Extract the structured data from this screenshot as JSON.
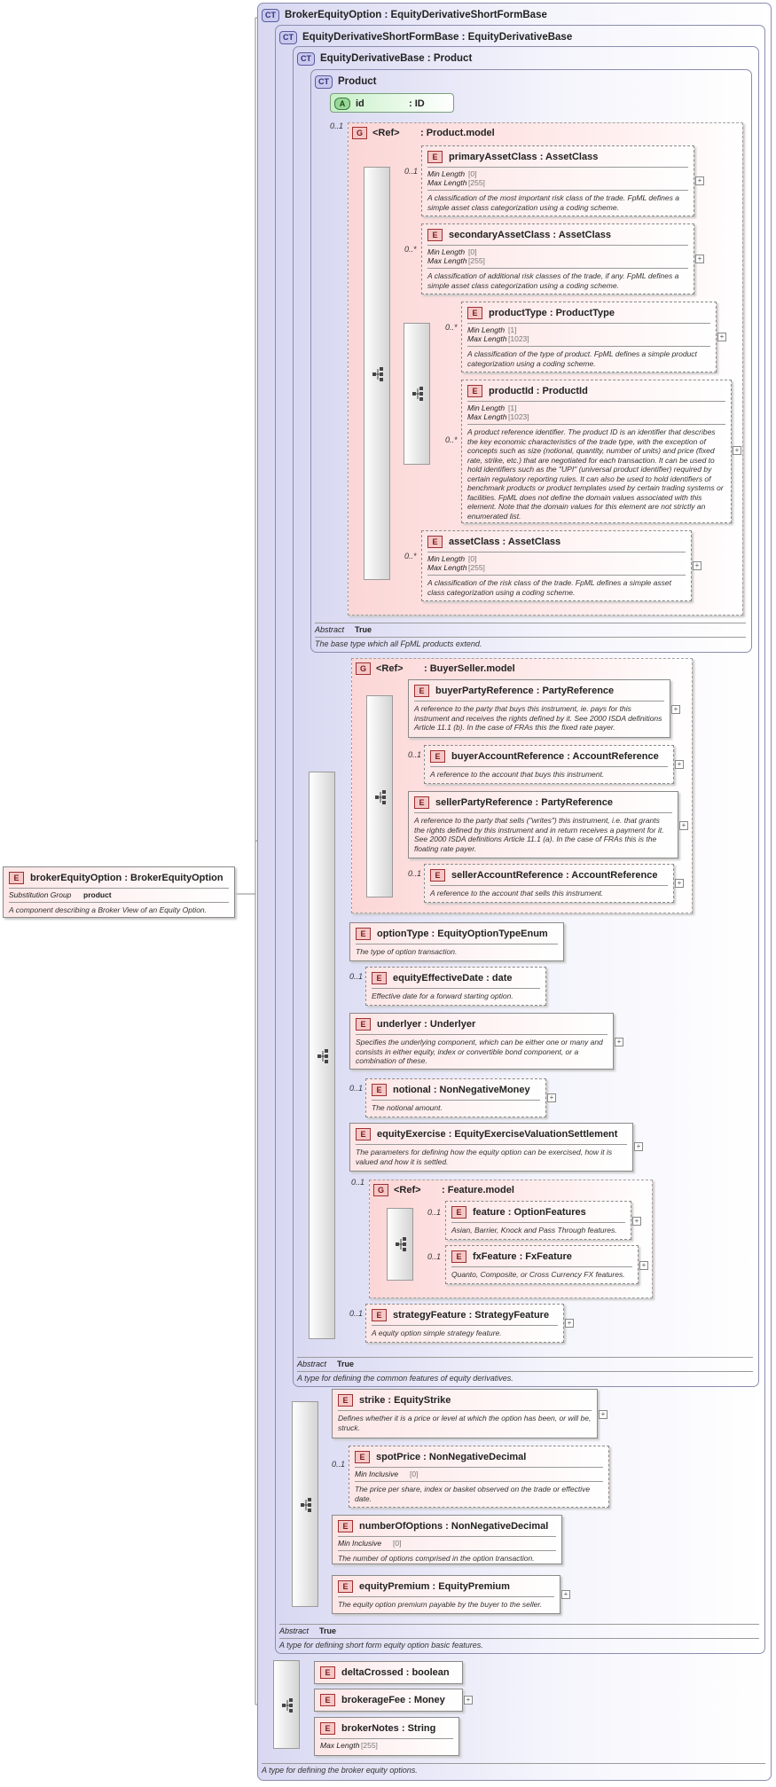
{
  "root": {
    "badge": "E",
    "name": "brokerEquityOption : BrokerEquityOption",
    "subst_label": "Substitution Group",
    "subst_value": "product",
    "desc": "A component describing a Broker View of an Equity Option."
  },
  "ct1": {
    "badge": "CT",
    "title": "BrokerEquityOption : EquityDerivativeShortFormBase",
    "desc": "A type for defining the broker equity options."
  },
  "ct2": {
    "badge": "CT",
    "title": "EquityDerivativeShortFormBase : EquityDerivativeBase",
    "abstract_label": "Abstract",
    "abstract_value": "True",
    "desc": "A type for defining short form equity option basic features."
  },
  "ct3": {
    "badge": "CT",
    "title": "EquityDerivativeBase : Product",
    "abstract_label": "Abstract",
    "abstract_value": "True",
    "desc": "A type for defining the common features of equity derivatives."
  },
  "ct4": {
    "badge": "CT",
    "title": "Product",
    "abstract_label": "Abstract",
    "abstract_value": "True",
    "desc": "The base type which all FpML products extend."
  },
  "attr_id": {
    "badge": "A",
    "name": "id",
    "type": ": ID"
  },
  "g_product": {
    "badge": "G",
    "ref": "<Ref>",
    "name": ": Product.model",
    "card": "0..1"
  },
  "g_buyer": {
    "badge": "G",
    "ref": "<Ref>",
    "name": ": BuyerSeller.model"
  },
  "g_feature": {
    "badge": "G",
    "ref": "<Ref>",
    "name": ": Feature.model",
    "card": "0..1"
  },
  "e_primaryAssetClass": {
    "name": "primaryAssetClass : AssetClass",
    "card": "0..1",
    "f1l": "Min Length",
    "f1v": "[0]",
    "f2l": "Max Length",
    "f2v": "[255]",
    "desc": "A classification of the most important risk class of the trade. FpML defines a simple asset class categorization using a coding scheme."
  },
  "e_secondaryAssetClass": {
    "name": "secondaryAssetClass : AssetClass",
    "card": "0..*",
    "f1l": "Min Length",
    "f1v": "[0]",
    "f2l": "Max Length",
    "f2v": "[255]",
    "desc": "A classification of additional risk classes of the trade, if any. FpML defines a simple asset class categorization using a coding scheme."
  },
  "e_productType": {
    "name": "productType : ProductType",
    "card": "0..*",
    "f1l": "Min Length",
    "f1v": "[1]",
    "f2l": "Max Length",
    "f2v": "[1023]",
    "desc": "A classification of the type of product. FpML defines a simple product categorization using a coding scheme."
  },
  "e_productId": {
    "name": "productId : ProductId",
    "card": "0..*",
    "f1l": "Min Length",
    "f1v": "[1]",
    "f2l": "Max Length",
    "f2v": "[1023]",
    "desc": "A product reference identifier. The product ID is an identifier that describes the key economic characteristics of the trade type, with the exception of concepts such as size (notional, quantity, number of units) and price (fixed rate, strike, etc.) that are negotiated for each transaction. It can be used to hold identifiers such as the \"UPI\" (universal product identifier) required by certain regulatory reporting rules. It can also be used to hold identifiers of benchmark products or product templates used by certain trading systems or facilities. FpML does not define the domain values associated with this element. Note that the domain values for this element are not strictly an enumerated list."
  },
  "e_assetClass": {
    "name": "assetClass : AssetClass",
    "card": "0..*",
    "f1l": "Min Length",
    "f1v": "[0]",
    "f2l": "Max Length",
    "f2v": "[255]",
    "desc": "A classification of the risk class of the trade. FpML defines a simple asset class categorization using a coding scheme."
  },
  "e_buyerPartyReference": {
    "name": "buyerPartyReference : PartyReference",
    "desc": "A reference to the party that buys this instrument, ie. pays for this instrument and receives the rights defined by it. See 2000 ISDA definitions Article 11.1 (b). In the case of FRAs this the fixed rate payer."
  },
  "e_buyerAccountReference": {
    "name": "buyerAccountReference : AccountReference",
    "card": "0..1",
    "desc": "A reference to the account that buys this instrument."
  },
  "e_sellerPartyReference": {
    "name": "sellerPartyReference : PartyReference",
    "desc": "A reference to the party that sells (\"writes\") this instrument, i.e. that grants the rights defined by this instrument and in return receives a payment for it. See 2000 ISDA definitions Article 11.1 (a). In the case of FRAs this is the floating rate payer."
  },
  "e_sellerAccountReference": {
    "name": "sellerAccountReference : AccountReference",
    "card": "0..1",
    "desc": "A reference to the account that sells this instrument."
  },
  "e_optionType": {
    "name": "optionType : EquityOptionTypeEnum",
    "desc": "The type of option transaction."
  },
  "e_equityEffectiveDate": {
    "name": "equityEffectiveDate : date",
    "card": "0..1",
    "desc": "Effective date for a forward starting option."
  },
  "e_underlyer": {
    "name": "underlyer : Underlyer",
    "desc": "Specifies the underlying component, which can be either one or many and consists in either equity, index or convertible bond component, or a combination of these."
  },
  "e_notional": {
    "name": "notional   : NonNegativeMoney",
    "card": "0..1",
    "desc": "The notional amount."
  },
  "e_equityExercise": {
    "name": "equityExercise : EquityExerciseValuationSettlement",
    "desc": "The parameters for defining how the equity option can be exercised, how it is valued and how it is settled."
  },
  "e_feature": {
    "name": "feature    : OptionFeatures",
    "card": "0..1",
    "desc": "Asian, Barrier, Knock and Pass Through features."
  },
  "e_fxFeature": {
    "name": "fxFeature : FxFeature",
    "card": "0..1",
    "desc": "Quanto, Composite, or Cross Currency FX features."
  },
  "e_strategyFeature": {
    "name": "strategyFeature : StrategyFeature",
    "card": "0..1",
    "desc": "A equity option simple strategy feature."
  },
  "e_strike": {
    "name": "strike       : EquityStrike",
    "desc": "Defines whether it is a price or level at which the option has been, or will be, struck."
  },
  "e_spotPrice": {
    "name": "spotPrice : NonNegativeDecimal",
    "card": "0..1",
    "f1l": "Min Inclusive",
    "f1v": "[0]",
    "desc": "The price per share, index or basket observed on the trade or effective date."
  },
  "e_numberOfOptions": {
    "name": "numberOfOptions : NonNegativeDecimal",
    "f1l": "Min Inclusive",
    "f1v": "[0]",
    "desc": "The number of options comprised in the option transaction."
  },
  "e_equityPremium": {
    "name": "equityPremium : EquityPremium",
    "desc": "The equity option premium payable by the buyer to the seller."
  },
  "e_deltaCrossed": {
    "name": "deltaCrossed : boolean"
  },
  "e_brokerageFee": {
    "name": "brokerageFee : Money"
  },
  "e_brokerNotes": {
    "name": "brokerNotes : String",
    "f1l": "Max Length",
    "f1v": "[255]"
  },
  "badges": {
    "element": "E",
    "expand": "+"
  }
}
